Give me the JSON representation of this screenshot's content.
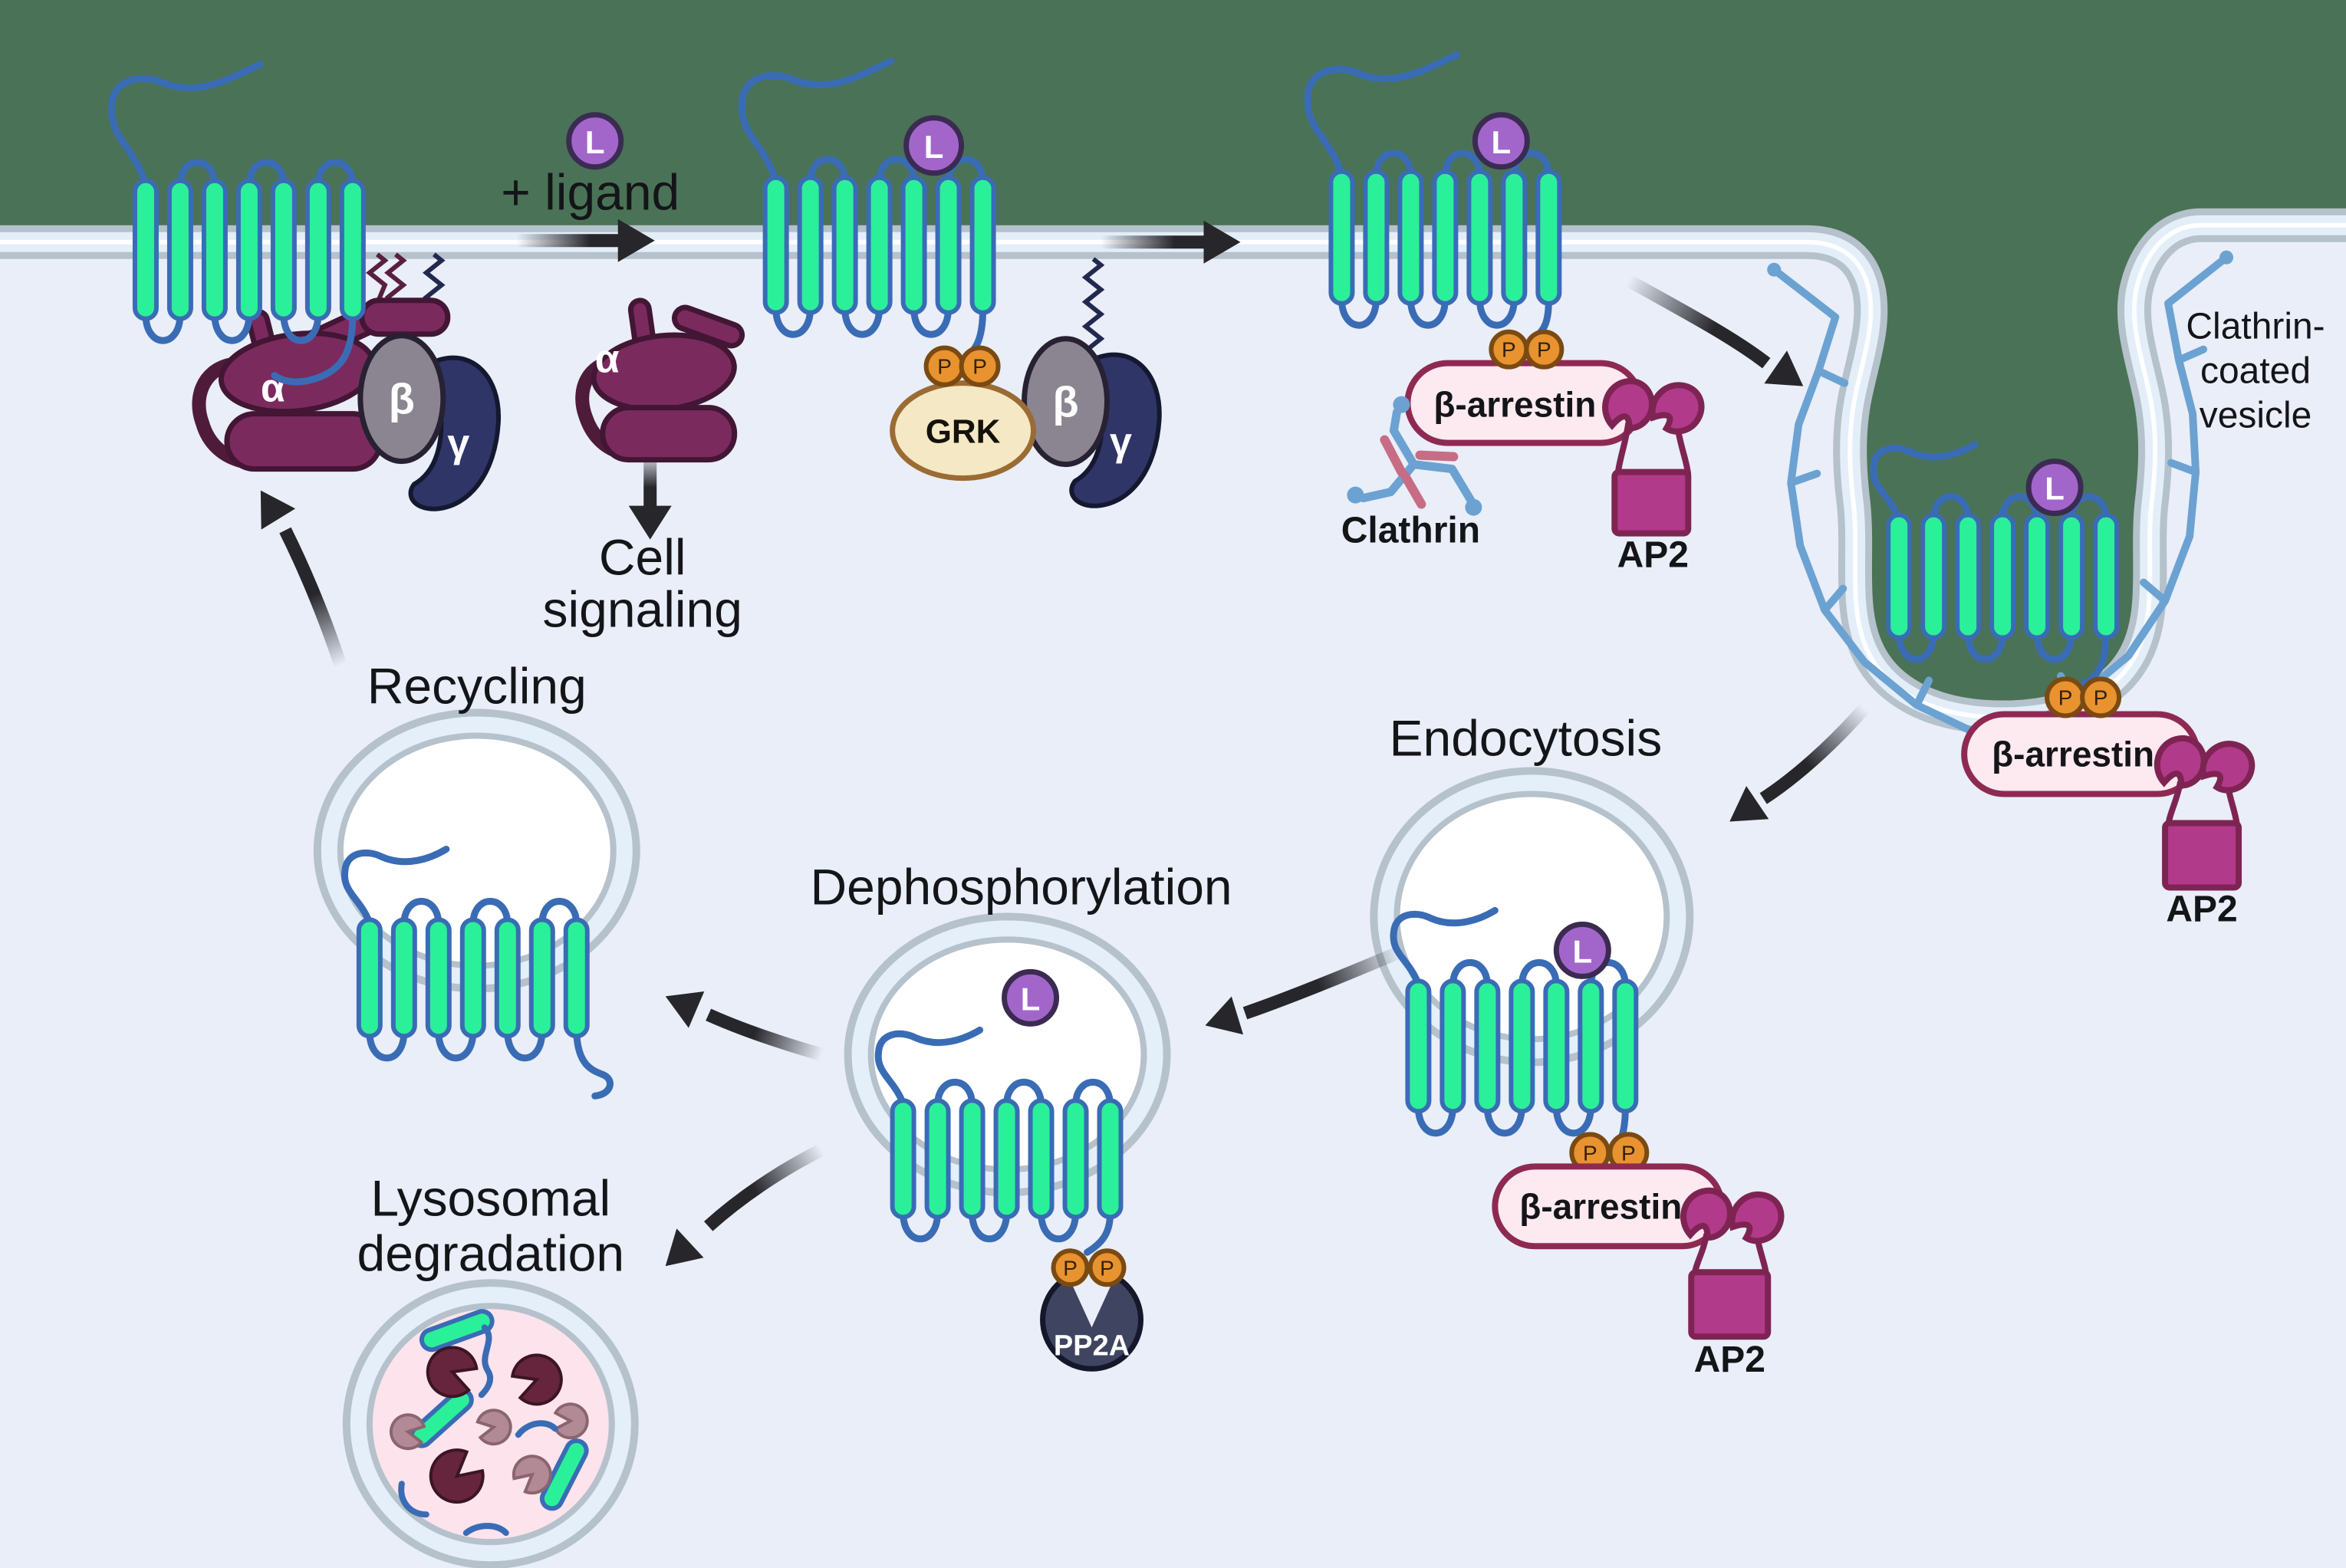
{
  "labels": {
    "plus_ligand": "+ ligand",
    "cell_signaling": [
      "Cell",
      "signaling"
    ],
    "recycling": "Recycling",
    "endocytosis": "Endocytosis",
    "dephosphorylation": "Dephosphorylation",
    "lysosomal_degradation": [
      "Lysosomal",
      "degradation"
    ],
    "clathrin_coated_vesicle": [
      "Clathrin-",
      "coated",
      "vesicle"
    ],
    "clathrin": "Clathrin",
    "ap2": "AP2",
    "grk": "GRK",
    "pp2a": "PP2A",
    "beta_arrestin": "β-arrestin",
    "ligand_letter": "L",
    "phosphate_letter": "P",
    "alpha": "α",
    "beta": "β",
    "gamma": "γ"
  },
  "colors": {
    "bg_extracellular": "#4a7257",
    "bg_cytoplasm": "#e9eef8",
    "membrane_edge": "#b5c1cb",
    "membrane_fill": "#e3eef9",
    "membrane_stripe": "#ffffff",
    "helix_fill": "#2bf09a",
    "receptor_line": "#3a6cb5",
    "ligand_fill": "#a266cb",
    "ligand_stroke": "#3b2b52",
    "phosphate_fill": "#e8932f",
    "phosphate_stroke": "#7a4a12",
    "grk_fill": "#f5e8c5",
    "grk_stroke": "#9a6b33",
    "alpha_fill": "#7b2a5e",
    "alpha_stroke": "#421634",
    "beta_fill": "#8b8591",
    "beta_stroke": "#272133",
    "gamma_fill": "#2f3566",
    "gamma_stroke": "#141830",
    "arrestin_fill": "#fde9f0",
    "arrestin_stroke": "#8e2a52",
    "ap2_fill": "#b23a8a",
    "ap2_stroke": "#7e2453",
    "clathrin_blue": "#6ca2d2",
    "clathrin_rod": "#c66d85",
    "pp2a_fill": "#3f4460",
    "pp2a_stroke": "#15172a",
    "vesicle_ring": "#b5c1cb",
    "vesicle_band": "#e4eff9",
    "vesicle_fill": "#ffffff",
    "lysosome_fill": "#fce3ec",
    "lyso_dark": "#66253c",
    "lyso_mauve": "#b18a96",
    "arrow": "#26262b",
    "text": "#141518",
    "zig_maroon": "#5a1f3e",
    "zig_navy": "#23284e"
  }
}
